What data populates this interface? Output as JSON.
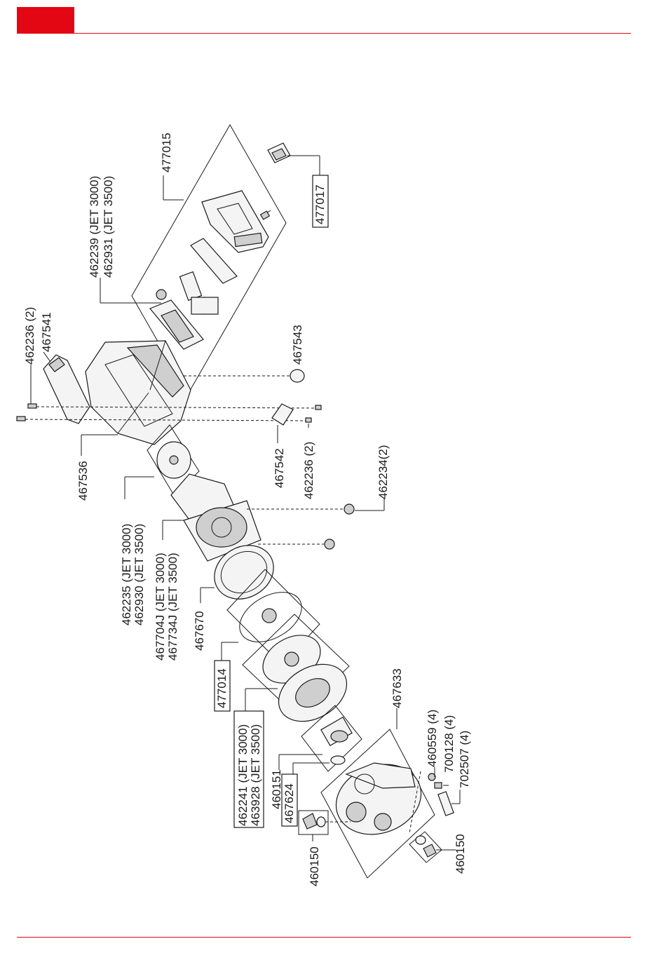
{
  "header": {
    "accent_color": "#e30613"
  },
  "labels": {
    "l477015": "477015",
    "l477017": "477017",
    "l462239": "462239 (JET 3000)",
    "l462931": "462931 (JET 3500)",
    "l462236a": "462236 (2)",
    "l467541": "467541",
    "l467543": "467543",
    "l467536": "467536",
    "l467542": "467542",
    "l462236b": "462236 (2)",
    "l462234": "462234(2)",
    "l462235": "462235 (JET 3000)",
    "l462930": "462930 (JET 3500)",
    "l467704j": "467704J (JET 3000)",
    "l467734j": "467734J (JET 3500)",
    "l467670": "467670",
    "l477014": "477014",
    "l467633": "467633",
    "l462241": "462241 (JET 3000)",
    "l463928": "463928 (JET 3500)",
    "l460151": "460151",
    "l467624": "467624",
    "l460559": "460559 (4)",
    "l700128": "700128 (4)",
    "l702507": "702507 (4)",
    "l460150a": "460150",
    "l460150b": "460150"
  }
}
